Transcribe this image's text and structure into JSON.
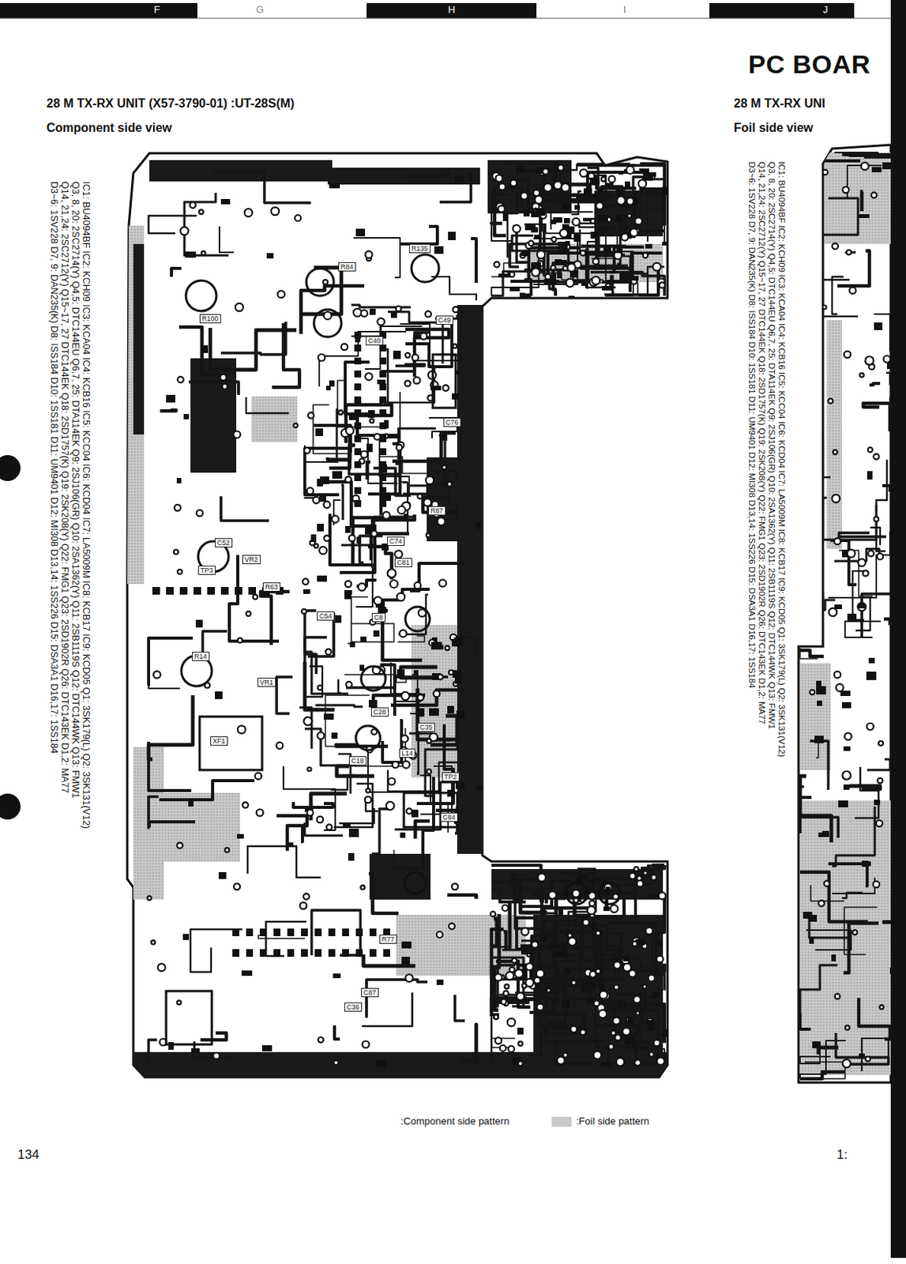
{
  "diagram": {
    "title": "PC BOAR",
    "labels": [
      "F",
      "G",
      "H",
      "I",
      "J",
      "28 M TX-RX UNIT (X57-3790-01) :UT-28S(M)",
      "Component side view",
      "28 M TX-RX UNI",
      "Foil side view",
      "IC1: BU4094BF IC2: KCH09 IC3: KCA04 IC4: KCB16 IC5: KCC04 IC6: KCD04 IC7: LA5009M IC8: KCB17 IC9: KCD05 Q1: 3SK179(L) Q2: 3SK131(V12)",
      "Q3, 8, 20: 2SC2714(Y) Q4,5: DTC144EU Q6,7, 25: DTA114EK Q9: 2SJ106(GR) Q10: 2SA1362(Y) Q11: 2SB1119S Q12: DTC144WK Q13: FMW1",
      "Q14, 21,24: 2SC2712(Y) Q15~17, 27 DTC144EK Q18: 2SD1757(K) Q19: 2SK208(Y) Q22: FMG1 Q23: 2SD1902R Q26: DTC143EK D1,2: MA77",
      "D3~6: 1SV228 D7, 9: DAN235(K) D8: ISS184 D10: 1SS181 D11: UM9401 D12: MI308 D13,14: 1SS226 D15: DSA3A1 D16,17: 1SS184",
      "IC1: BU4094BF IC2: KCH09 IC3: KCA04 IC4: KCB16 IC5: KCC04 IC6: KCD04 IC7: LA5009M IC8: KCB17 IC9: KCD05 Q1: 3SK179(L) Q2: 3SK131(V12)",
      "Q3, 8, 20: 2SC2714(Y) Q4,5: DTC144EU Q6,7, 25: DTA114EK Q9: 2SJ106(GR) Q10: 2SA1362(Y) Q11: 2SB1119S Q12: DTC144WK Q13: FMW1",
      "Q14, 21,24: 2SC2712(Y) Q15~17, 27 DTC144EK Q18: 2SD1757(K) Q19: 2SK208(Y) Q22: FMG1 Q23: 2SD1902R Q26: DTC143EK D1,2: MA77",
      "D3~6: 1SV228 D7, 9: DAN235(K) D8: ISS184 D10: 1SS181 D11: UM9401 D12: MI308 D13,14: 1SS226 D15: DSA3A1 D16,17: 1SS184",
      "R100",
      "C52",
      "VR2",
      "TP3",
      "R63",
      "C84",
      "TP2",
      "XF1",
      "L14",
      "C74",
      "C81",
      "R87",
      "VR1",
      "C36",
      "R77",
      "C87",
      "C28",
      "C18",
      "C54",
      "C40",
      "R135",
      "R84",
      "C76",
      "C8",
      "C35",
      "R14",
      "C49",
      "134",
      "1:"
    ],
    "legend": [
      {
        "text": ":Component side pattern"
      },
      {
        "text": ":Foil side pattern",
        "color": "#c8c8c8"
      }
    ]
  }
}
